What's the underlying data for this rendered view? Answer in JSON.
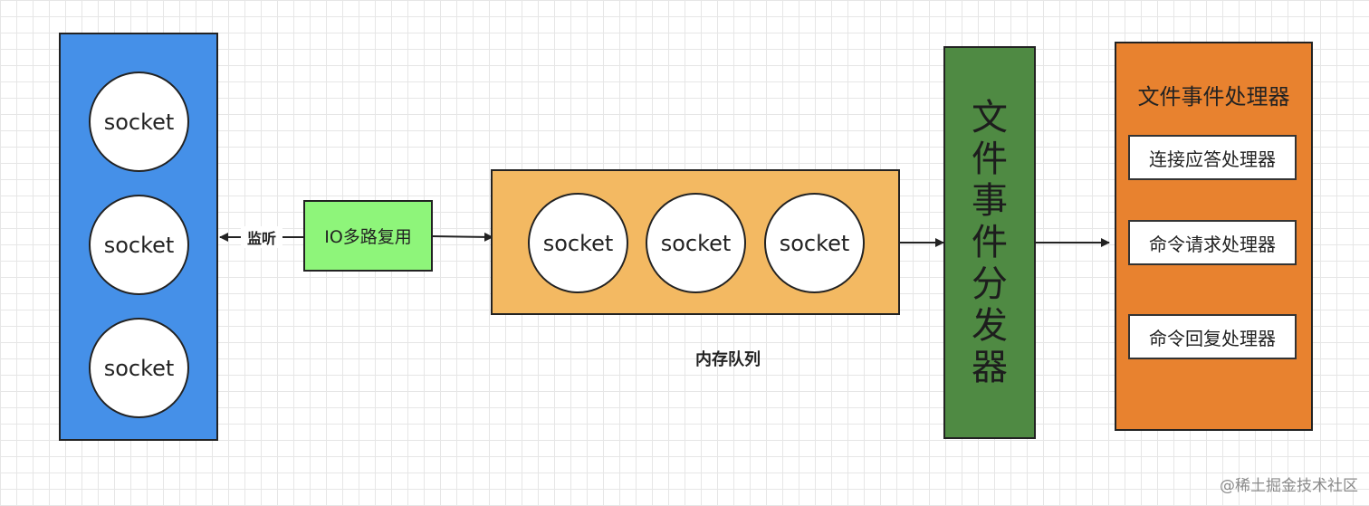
{
  "colors": {
    "socket_group": "#4590e8",
    "io_mux": "#8ef57a",
    "queue": "#f3b962",
    "dispatcher": "#4f8a43",
    "handler_group": "#e8822f",
    "stroke": "#222222"
  },
  "socket_group": {
    "sockets": [
      "socket",
      "socket",
      "socket"
    ]
  },
  "listen_label": "监听",
  "io_mux": {
    "label": "IO多路复用"
  },
  "queue": {
    "sockets": [
      "socket",
      "socket",
      "socket"
    ],
    "label": "内存队列"
  },
  "dispatcher": {
    "chars": [
      "文",
      "件",
      "事",
      "件",
      "分",
      "发",
      "器"
    ]
  },
  "handlers": {
    "title": "文件事件处理器",
    "items": [
      "连接应答处理器",
      "命令请求处理器",
      "命令回复处理器"
    ]
  },
  "watermark": "@稀土掘金技术社区"
}
